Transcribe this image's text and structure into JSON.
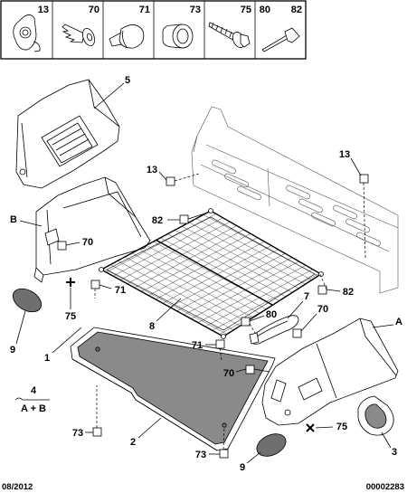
{
  "header": {
    "cells": [
      {
        "labels": [
          "13"
        ],
        "icon": "angle-clip-icon"
      },
      {
        "labels": [
          "70"
        ],
        "icon": "push-clip-icon"
      },
      {
        "labels": [
          "71"
        ],
        "icon": "plug-icon"
      },
      {
        "labels": [
          "73"
        ],
        "icon": "rubber-bung-icon"
      },
      {
        "labels": [
          "75"
        ],
        "icon": "screw-icon"
      },
      {
        "labels": [
          "80",
          "82"
        ],
        "icon": "rivet-icon"
      }
    ]
  },
  "callouts": [
    "5",
    "13",
    "13",
    "B",
    "82",
    "70",
    "71",
    "75",
    "9",
    "1",
    "8",
    "73",
    "2",
    "71",
    "70",
    "73",
    "9",
    "7",
    "80",
    "70",
    "82",
    "A",
    "75",
    "3"
  ],
  "assembly": {
    "ref": "4",
    "composition": "A + B"
  },
  "footer": {
    "date": "08/2012",
    "code": "00002283"
  }
}
